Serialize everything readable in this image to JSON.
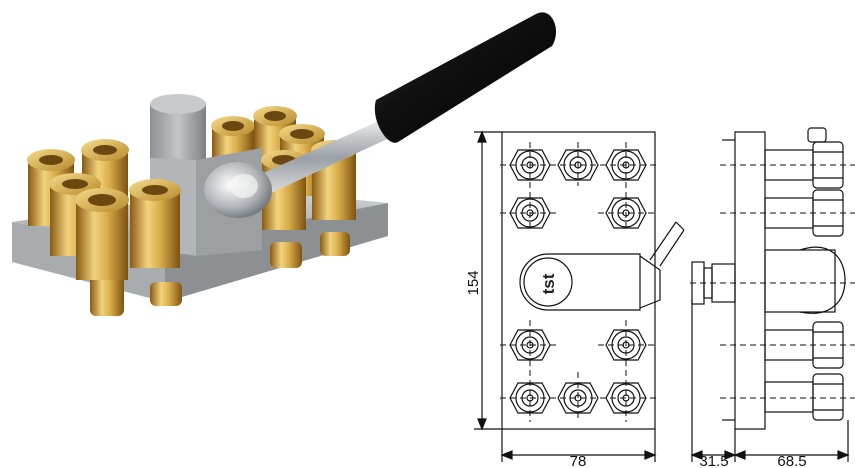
{
  "product_photo": {
    "icon": "selector-valve-photo"
  },
  "drawing": {
    "logo_text": "tst",
    "dimensions": {
      "height": "154",
      "width": "78",
      "offset": "31.5",
      "depth": "68.5"
    }
  },
  "colors": {
    "brass_light": "#e8c46a",
    "brass_dark": "#9a6b1e",
    "aluminium": "#b9bcbf",
    "handle": "#1a1a1a",
    "line": "#111111"
  }
}
